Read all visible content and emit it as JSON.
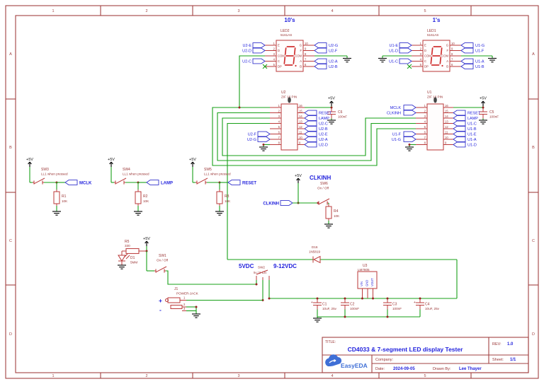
{
  "frame": {
    "top_zones": [
      "1",
      "2",
      "3",
      "4",
      "5"
    ],
    "bottom_zones": [
      "1",
      "2",
      "3",
      "4",
      "5"
    ],
    "left_zones": [
      "A",
      "B",
      "C",
      "D"
    ],
    "right_zones": [
      "A",
      "B",
      "C",
      "D"
    ]
  },
  "displays": {
    "tens": {
      "section": "10's",
      "ref": "LED2",
      "part": "5161AS",
      "left_names": [
        "E",
        "D",
        "COM",
        "C",
        "DP"
      ],
      "right_names": [
        "G",
        "F",
        "COM",
        "A",
        "B"
      ],
      "left_nums": [
        "1",
        "2",
        "3",
        "4",
        "5"
      ],
      "right_nums": [
        "10",
        "9",
        "8",
        "7",
        "6"
      ],
      "left_flags": [
        "U2-E",
        "U2-D",
        "U2-C"
      ],
      "right_flags": [
        "U2-G",
        "U2-F",
        "U2-A",
        "U2-B"
      ]
    },
    "ones": {
      "section": "1's",
      "ref": "LED1",
      "part": "5161AS",
      "left_names": [
        "E",
        "D",
        "COM",
        "C",
        "DP"
      ],
      "right_names": [
        "G",
        "F",
        "COM",
        "A",
        "B"
      ],
      "left_nums": [
        "1",
        "2",
        "3",
        "4",
        "5"
      ],
      "right_nums": [
        "10",
        "9",
        "8",
        "7",
        "6"
      ],
      "left_flags": [
        "U1-E",
        "U1-D",
        "U1-C"
      ],
      "right_flags": [
        "U1-G",
        "U1-F",
        "U1-A",
        "U1-B"
      ]
    }
  },
  "sockets": {
    "tens": {
      "ref": "U2",
      "part": "ZIF 16 PIN",
      "left_nums": [
        "1",
        "2",
        "3",
        "4",
        "5",
        "6",
        "7",
        "8"
      ],
      "right_nums": [
        "16",
        "15",
        "14",
        "13",
        "12",
        "11",
        "10",
        "9"
      ],
      "right_flags": [
        "RESET",
        "LAMP",
        "U2-C",
        "U2-B",
        "U2-E",
        "U2-A",
        "U2-D"
      ],
      "left_flags": [
        "U2-F",
        "U2-G"
      ],
      "pwr": "+5V",
      "cap_ref": "C6",
      "cap_val": "100nF"
    },
    "ones": {
      "ref": "U1",
      "part": "ZIF 16 PIN",
      "left_nums": [
        "1",
        "2",
        "3",
        "4",
        "5",
        "6",
        "7",
        "8"
      ],
      "right_nums": [
        "16",
        "15",
        "14",
        "13",
        "12",
        "11",
        "10",
        "9"
      ],
      "right_flags": [
        "RESET",
        "LAMP",
        "U1-C",
        "U1-B",
        "U1-E",
        "U1-A",
        "U1-D"
      ],
      "left_flags": [
        "U1-F",
        "U1-G"
      ],
      "in_flags": [
        "MCLK",
        "CLKINH"
      ],
      "pwr": "+5V",
      "cap_ref": "C5",
      "cap_val": "100nF"
    }
  },
  "buttons": [
    {
      "ref": "SW3",
      "note": "LL1 when pressed",
      "net": "MCLK",
      "res_ref": "R1",
      "res_val": "10K",
      "pwr": "+5V"
    },
    {
      "ref": "SW4",
      "note": "LL1 when pressed",
      "net": "LAMP",
      "res_ref": "R2",
      "res_val": "10K",
      "pwr": "+5V"
    },
    {
      "ref": "SW5",
      "note": "LL1 when pressed",
      "net": "RESET",
      "res_ref": "R3",
      "res_val": "10K",
      "pwr": "+5V"
    }
  ],
  "clk_inhibit": {
    "heading": "CLKINH",
    "pwr": "+5V",
    "sw_ref": "SW6",
    "sw_note": "On / Off",
    "net": "CLKINH",
    "res_ref": "R4",
    "res_val": "10K"
  },
  "power": {
    "pwr": "+5V",
    "r5_ref": "R5",
    "r5_val": "330",
    "d1_ref": "D1",
    "d1_val": "5MM",
    "sw1_ref": "SW1",
    "sw1_note": "On / Off",
    "jack_ref": "J1",
    "jack_part": "POWER-JACK",
    "plus": "+",
    "minus": "-",
    "jack_pins": [
      "1",
      "2",
      "3"
    ],
    "rail5": "5VDC",
    "sw2_ref": "SW2",
    "rail9": "9-12VDC",
    "sw2_note": "5v / 9-12v",
    "d16_ref": "D16",
    "d16_val": "1N5819",
    "u3_ref": "U3",
    "u3_part": "LM7805",
    "u3_pins": [
      "VIN",
      "GND",
      "VOUT"
    ],
    "caps": [
      {
        "ref": "C1",
        "val": "10uF, 25v",
        "pol": "+"
      },
      {
        "ref": "C2",
        "val": "100nF"
      },
      {
        "ref": "C3",
        "val": "100nF"
      },
      {
        "ref": "C4",
        "val": "10uF, 25v",
        "pol": "+"
      }
    ]
  },
  "title_block": {
    "title_label": "TITLE:",
    "title": "CD4033 & 7-segment LED display Tester",
    "rev_label": "REV:",
    "rev": "1.0",
    "company_label": "Company:",
    "sheet_label": "Sheet:",
    "sheet": "1/1",
    "date_label": "Date:",
    "date": "2024-09-05",
    "drawn_label": "Drawn By:",
    "drawn_by": "Lee Thayer",
    "logo": "EasyEDA"
  }
}
